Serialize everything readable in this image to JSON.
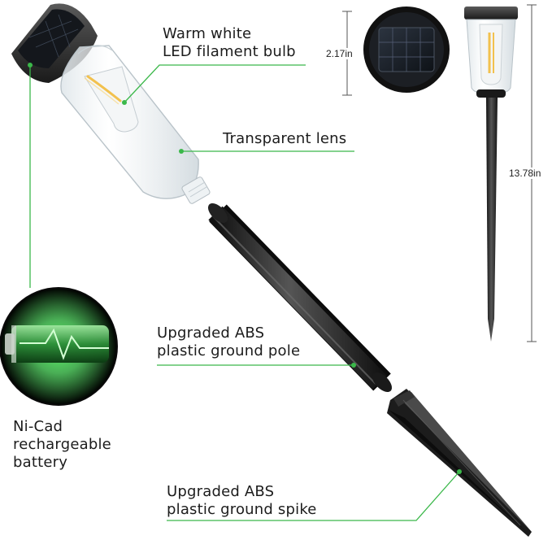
{
  "callouts": {
    "bulb": [
      "Warm white",
      "LED filament bulb"
    ],
    "lens": [
      "Transparent lens"
    ],
    "pole": [
      "Upgraded ABS",
      "plastic ground pole"
    ],
    "battery": [
      "Ni-Cad",
      "rechargeable",
      "battery"
    ],
    "spike": [
      "Upgraded ABS",
      "plastic ground spike"
    ]
  },
  "dimensions": {
    "head_diameter": "2.17in",
    "total_height": "13.78in"
  },
  "colors": {
    "leader_green": "#3bb84a",
    "part_black": "#2a2a2a",
    "bulb_glow": "#f2c14e"
  }
}
